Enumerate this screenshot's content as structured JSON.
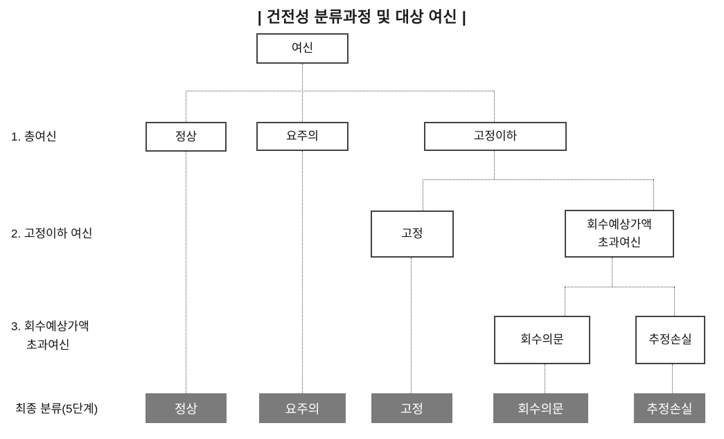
{
  "title": "| 건전성 분류과정 및 대상 여신 |",
  "root": {
    "label": "여신"
  },
  "row_labels": {
    "row1": "1. 총여신",
    "row2": "2. 고정이하 여신",
    "row3_line1": "3. 회수예상가액",
    "row3_line2": "초과여신",
    "final": "최종 분류(5단계)"
  },
  "level1": {
    "normal": "정상",
    "precautionary": "요주의",
    "substandard_below": "고정이하"
  },
  "level2": {
    "substandard": "고정",
    "excess_line1": "회수예상가액",
    "excess_line2": "초과여신"
  },
  "level3": {
    "doubtful": "회수의문",
    "estimated_loss": "추정손실"
  },
  "final_row": {
    "normal": "정상",
    "precautionary": "요주의",
    "substandard": "고정",
    "doubtful": "회수의문",
    "estimated_loss": "추정손실"
  },
  "colors": {
    "box_border": "#424242",
    "connector_dotted": "#4d4d4d",
    "final_box_fill": "#7b7b7b",
    "final_box_text": "#ffffff"
  }
}
